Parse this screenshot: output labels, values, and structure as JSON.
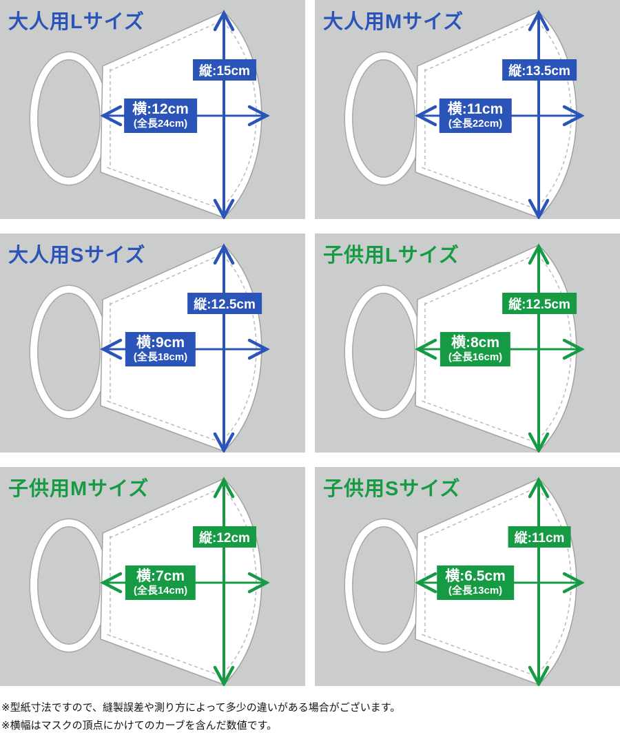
{
  "colors": {
    "adult": "#2b54b8",
    "kids": "#169a44",
    "panel_bg": "#cbcdcd",
    "label_text": "#ffffff"
  },
  "panels": [
    {
      "title": "大人用Lサイズ",
      "color": "adult",
      "vertical_label": "縦:15cm",
      "width_label": "横:12cm",
      "total_width_label": "(全長24cm)"
    },
    {
      "title": "大人用Mサイズ",
      "color": "adult",
      "vertical_label": "縦:13.5cm",
      "width_label": "横:11cm",
      "total_width_label": "(全長22cm)"
    },
    {
      "title": "大人用Sサイズ",
      "color": "adult",
      "vertical_label": "縦:12.5cm",
      "width_label": "横:9cm",
      "total_width_label": "(全長18cm)"
    },
    {
      "title": "子供用Lサイズ",
      "color": "kids",
      "vertical_label": "縦:12.5cm",
      "width_label": "横:8cm",
      "total_width_label": "(全長16cm)"
    },
    {
      "title": "子供用Mサイズ",
      "color": "kids",
      "vertical_label": "縦:12cm",
      "width_label": "横:7cm",
      "total_width_label": "(全長14cm)"
    },
    {
      "title": "子供用Sサイズ",
      "color": "kids",
      "vertical_label": "縦:11cm",
      "width_label": "横:6.5cm",
      "total_width_label": "(全長13cm)"
    }
  ],
  "footnotes": [
    "※型紙寸法ですので、縫製誤差や測り方によって多少の違いがある場合がございます。",
    "※横幅はマスクの頂点にかけてのカーブを含んだ数値です。"
  ]
}
